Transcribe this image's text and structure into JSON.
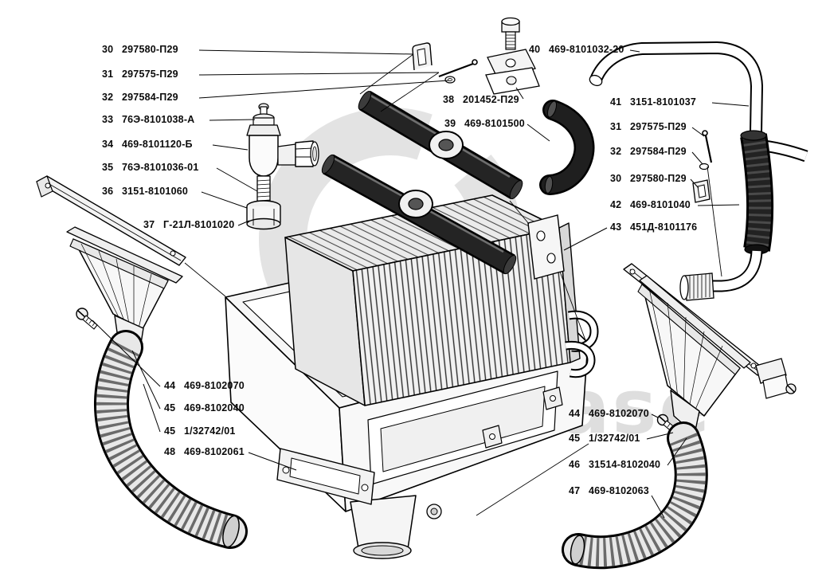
{
  "figure": {
    "background": "#ffffff",
    "ink": "#000000",
    "watermark": {
      "text": "data base",
      "color": "#dedede"
    }
  },
  "labels": {
    "left_top": [
      {
        "num": "30",
        "code": "297580-П29"
      },
      {
        "num": "31",
        "code": "297575-П29"
      },
      {
        "num": "32",
        "code": "297584-П29"
      },
      {
        "num": "33",
        "code": "76Э-8101038-А"
      },
      {
        "num": "34",
        "code": "469-8101120-Б"
      },
      {
        "num": "35",
        "code": "76Э-8101036-01"
      },
      {
        "num": "36",
        "code": "3151-8101060"
      },
      {
        "num": "37",
        "code": "Г-21Л-8101020"
      }
    ],
    "middle": [
      {
        "num": "38",
        "code": "201452-П29"
      },
      {
        "num": "39",
        "code": "469-8101500"
      },
      {
        "num": "40",
        "code": "469-8101032-20"
      }
    ],
    "right_top": [
      {
        "num": "41",
        "code": "3151-8101037"
      },
      {
        "num": "31",
        "code": "297575-П29"
      },
      {
        "num": "32",
        "code": "297584-П29"
      },
      {
        "num": "30",
        "code": "297580-П29"
      },
      {
        "num": "42",
        "code": "469-8101040"
      },
      {
        "num": "43",
        "code": "451Д-8101176"
      }
    ],
    "left_bottom": [
      {
        "num": "44",
        "code": "469-8102070"
      },
      {
        "num": "45",
        "code": "469-8102040"
      },
      {
        "num": "45",
        "code": "1/32742/01"
      },
      {
        "num": "48",
        "code": "469-8102061"
      }
    ],
    "right_bottom": [
      {
        "num": "44",
        "code": "469-8102070"
      },
      {
        "num": "45",
        "code": "1/32742/01"
      },
      {
        "num": "46",
        "code": "31514-8102040"
      },
      {
        "num": "47",
        "code": "469-8102063"
      }
    ]
  }
}
